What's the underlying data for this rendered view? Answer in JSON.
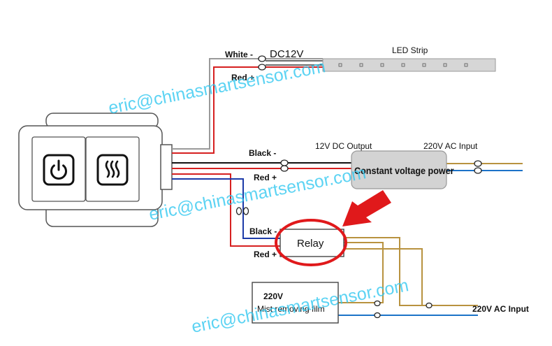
{
  "labels": {
    "white": "White -",
    "dc12v": "DC12V",
    "red_top": "Red +",
    "led_strip": "LED  Strip",
    "black_mid": "Black -",
    "dc_output": "12V DC Output",
    "ac_input_top": "220V AC Input",
    "red_mid": "Red +",
    "power_supply": "Constant voltage  power",
    "black_low": "Black -",
    "relay": "Relay",
    "red_low": "Red +",
    "film_voltage": "220V",
    "film_name": "Mist removing film",
    "ac_input_bottom": "220V AC Input"
  },
  "watermark": "eric@chinasmartsensor.com",
  "icons": [
    "power-icon",
    "heat-icon"
  ],
  "colors": {
    "red_wire": "#d62020",
    "black_wire": "#111111",
    "blue_wire": "#1c73c8",
    "brown_wire": "#b8923f",
    "grey_wire": "#9a9a9a",
    "arrow": "#e0191b",
    "watermark": "#33c8f0"
  }
}
